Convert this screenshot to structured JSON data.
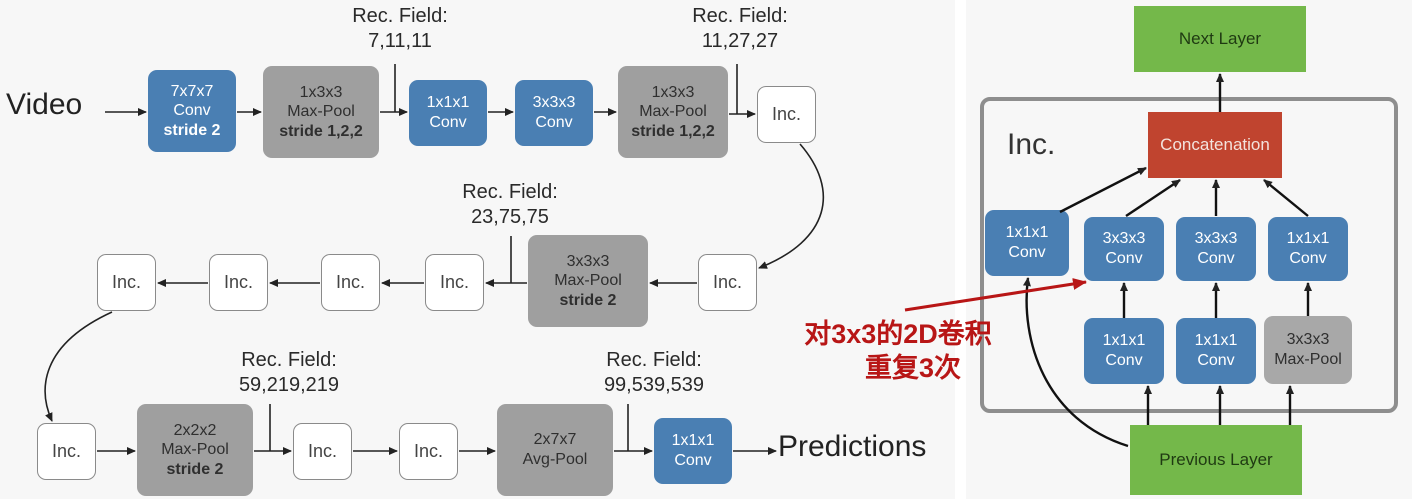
{
  "left_diagram": {
    "input_label": "Video",
    "output_label": "Predictions",
    "row1": {
      "conv7": {
        "line1": "7x7x7",
        "line2": "Conv",
        "line3": "stride 2"
      },
      "pool1": {
        "line1": "1x3x3",
        "line2": "Max-Pool",
        "line3": "stride 1,2,2"
      },
      "conv1": {
        "line1": "1x1x1",
        "line2": "Conv"
      },
      "conv3": {
        "line1": "3x3x3",
        "line2": "Conv"
      },
      "pool2": {
        "line1": "1x3x3",
        "line2": "Max-Pool",
        "line3": "stride 1,2,2"
      },
      "inc": "Inc."
    },
    "row2": {
      "inc_right": "Inc.",
      "pool": {
        "line1": "3x3x3",
        "line2": "Max-Pool",
        "line3": "stride 2"
      },
      "inc_a": "Inc.",
      "inc_b": "Inc.",
      "inc_c": "Inc.",
      "inc_d": "Inc."
    },
    "row3": {
      "inc_first": "Inc.",
      "pool": {
        "line1": "2x2x2",
        "line2": "Max-Pool",
        "line3": "stride 2"
      },
      "inc_a": "Inc.",
      "inc_b": "Inc.",
      "avgpool": {
        "line1": "2x7x7",
        "line2": "Avg-Pool"
      },
      "conv": {
        "line1": "1x1x1",
        "line2": "Conv"
      }
    },
    "rec_fields": [
      {
        "title": "Rec. Field:",
        "value": "7,11,11"
      },
      {
        "title": "Rec. Field:",
        "value": "11,27,27"
      },
      {
        "title": "Rec. Field:",
        "value": "23,75,75"
      },
      {
        "title": "Rec. Field:",
        "value": "59,219,219"
      },
      {
        "title": "Rec. Field:",
        "value": "99,539,539"
      }
    ]
  },
  "right_diagram": {
    "next_layer": "Next Layer",
    "previous_layer": "Previous Layer",
    "module_title": "Inc.",
    "concat": "Concatenation",
    "branches_top": [
      {
        "line1": "1x1x1",
        "line2": "Conv"
      },
      {
        "line1": "3x3x3",
        "line2": "Conv"
      },
      {
        "line1": "3x3x3",
        "line2": "Conv"
      },
      {
        "line1": "1x1x1",
        "line2": "Conv"
      }
    ],
    "branches_bottom": [
      {
        "line1": "1x1x1",
        "line2": "Conv"
      },
      {
        "line1": "1x1x1",
        "line2": "Conv"
      },
      {
        "line1": "3x3x3",
        "line2": "Max-Pool"
      }
    ]
  },
  "annotation": {
    "line1": "对3x3的2D卷积",
    "line2": "重复3次"
  },
  "colors": {
    "conv_blue": "#4a7fb3",
    "pool_gray": "#9f9f9f",
    "layer_green": "#74b84a",
    "concat_red": "#c0442f",
    "annotation_red": "#b81616"
  },
  "icons": {
    "arrow_head": "triangle-arrowhead"
  }
}
